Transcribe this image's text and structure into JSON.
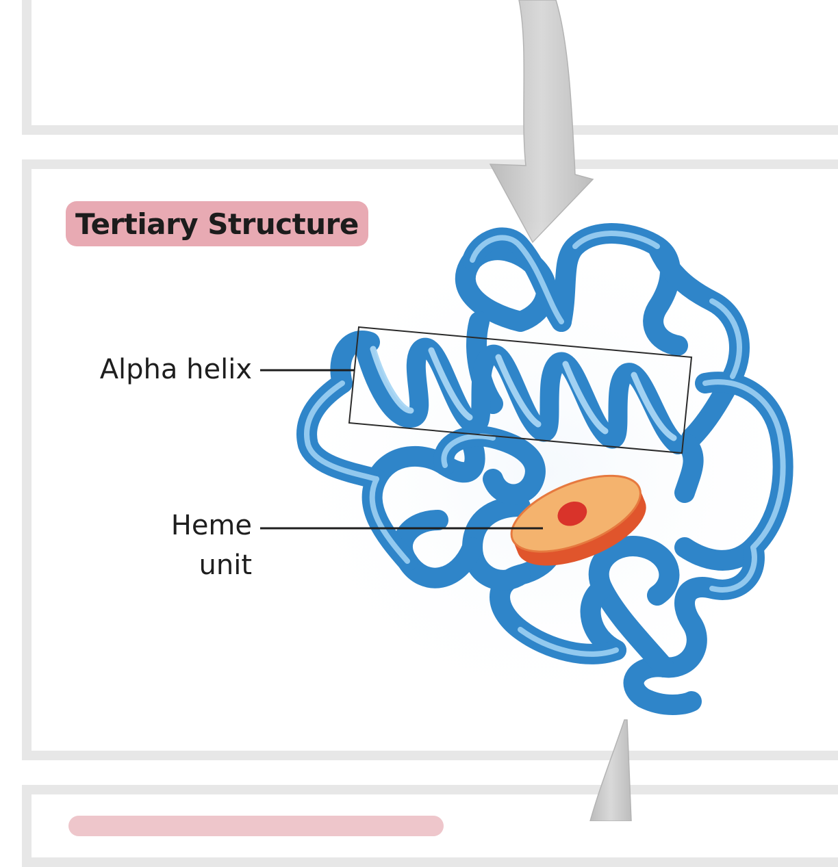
{
  "panel": {
    "title": "Tertiary Structure"
  },
  "callouts": {
    "alpha_helix": "Alpha helix",
    "heme_line1": "Heme",
    "heme_line2": "unit"
  },
  "colors": {
    "title_tab": "#e8aab3",
    "ribbon": "#3a8fd0",
    "ribbon_highlight": "#9fd0f2",
    "heme_face": "#f4b36e",
    "heme_rim": "#e0552c",
    "heme_center": "#d9332a",
    "arrow": "#c8c8c8",
    "panel_border": "#e7e7e7"
  }
}
